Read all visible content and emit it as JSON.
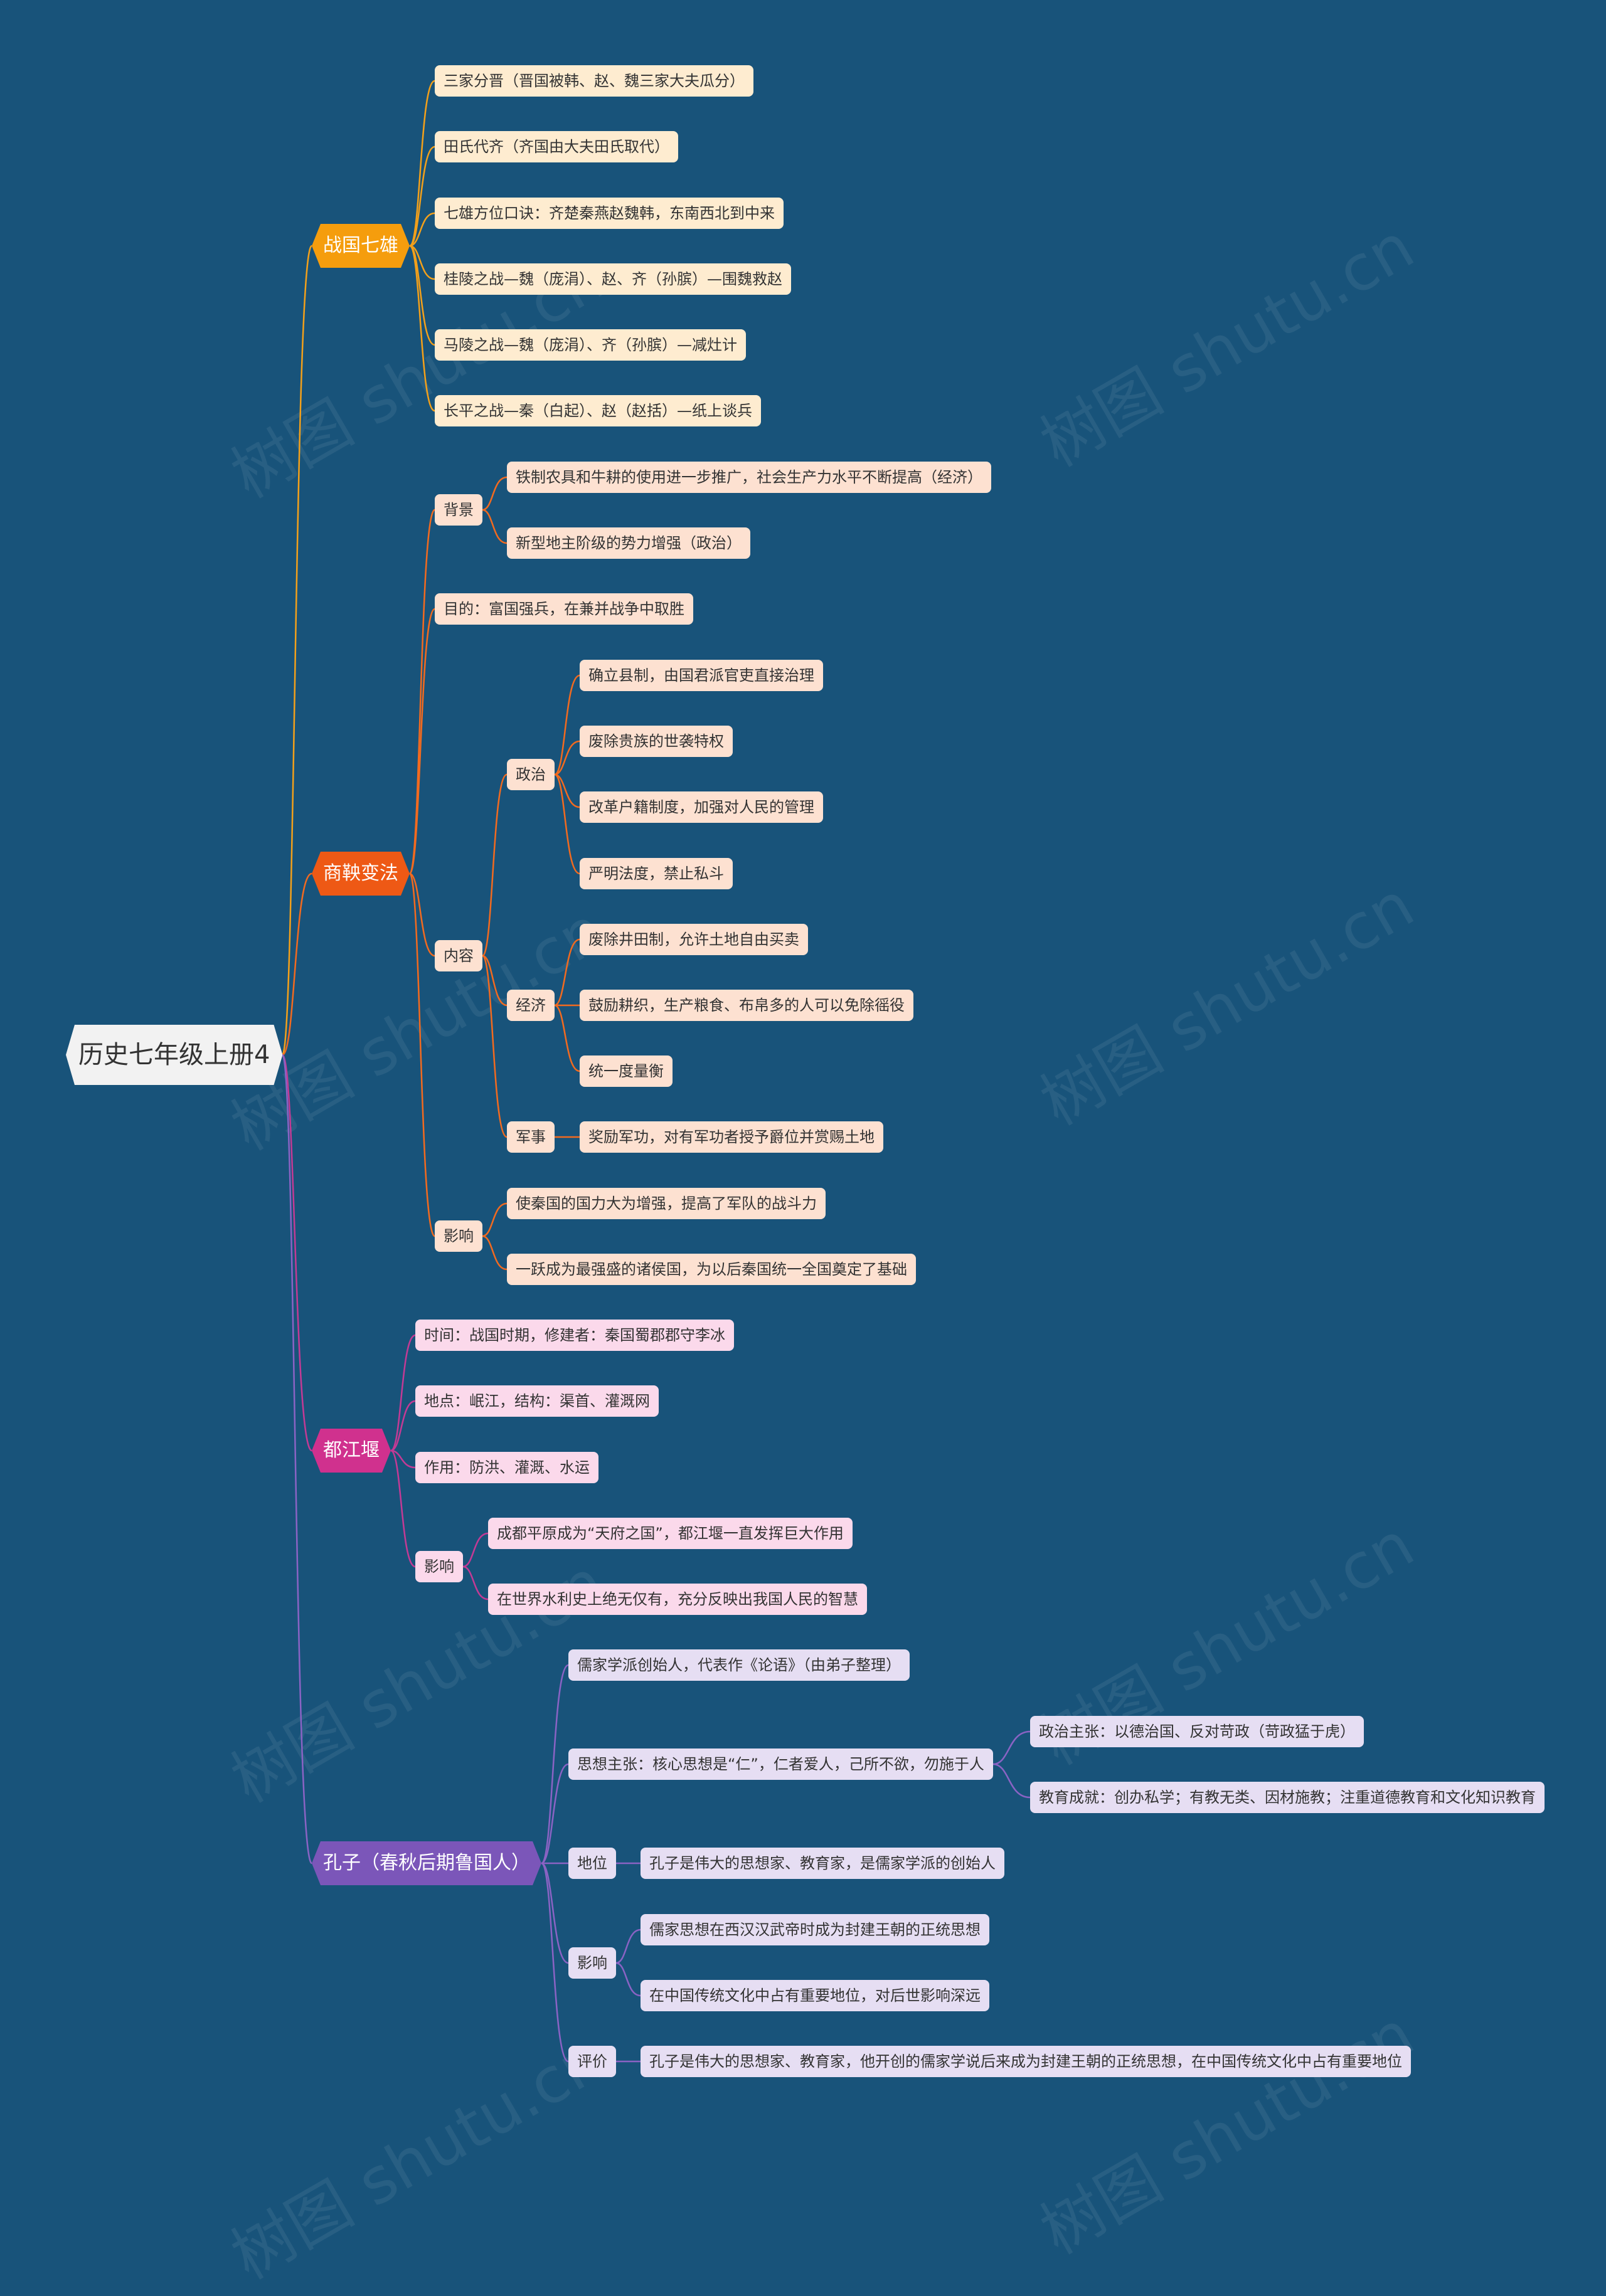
{
  "root": "历史七年级上册4",
  "watermark": "树图 shutu.cn",
  "branch_colors": [
    "#f59d0d",
    "#ee5915",
    "#d0318e",
    "#7b56b9"
  ],
  "leaf_colors": [
    "#feecd0",
    "#fde1d1",
    "#fbd9eb",
    "#e6def3"
  ],
  "branches": [
    {
      "label": "战国七雄",
      "children": [
        {
          "label": "三家分晋（晋国被韩、赵、魏三家大夫瓜分）"
        },
        {
          "label": "田氏代齐（齐国由大夫田氏取代）"
        },
        {
          "label": "七雄方位口诀：齐楚秦燕赵魏韩，东南西北到中来"
        },
        {
          "label": "桂陵之战—魏（庞涓）、赵、齐（孙膑）—围魏救赵"
        },
        {
          "label": "马陵之战—魏（庞涓）、齐（孙膑）—减灶计"
        },
        {
          "label": "长平之战—秦（白起）、赵（赵括）—纸上谈兵"
        }
      ]
    },
    {
      "label": "商鞅变法",
      "children": [
        {
          "label": "背景",
          "children": [
            {
              "label": "铁制农具和牛耕的使用进一步推广，社会生产力水平不断提高（经济）"
            },
            {
              "label": "新型地主阶级的势力增强（政治）"
            }
          ]
        },
        {
          "label": "目的：富国强兵，在兼并战争中取胜"
        },
        {
          "label": "内容",
          "children": [
            {
              "label": "政治",
              "children": [
                {
                  "label": "确立县制，由国君派官吏直接治理"
                },
                {
                  "label": "废除贵族的世袭特权"
                },
                {
                  "label": "改革户籍制度，加强对人民的管理"
                },
                {
                  "label": "严明法度，禁止私斗"
                }
              ]
            },
            {
              "label": "经济",
              "children": [
                {
                  "label": "废除井田制，允许土地自由买卖"
                },
                {
                  "label": "鼓励耕织，生产粮食、布帛多的人可以免除徭役"
                },
                {
                  "label": "统一度量衡"
                }
              ]
            },
            {
              "label": "军事",
              "children": [
                {
                  "label": "奖励军功，对有军功者授予爵位并赏赐土地"
                }
              ]
            }
          ]
        },
        {
          "label": "影响",
          "children": [
            {
              "label": "使秦国的国力大为增强，提高了军队的战斗力"
            },
            {
              "label": "一跃成为最强盛的诸侯国，为以后秦国统一全国奠定了基础"
            }
          ]
        }
      ]
    },
    {
      "label": "都江堰",
      "children": [
        {
          "label": "时间：战国时期，修建者：秦国蜀郡郡守李冰"
        },
        {
          "label": "地点：岷江，结构：渠首、灌溉网"
        },
        {
          "label": "作用：防洪、灌溉、水运"
        },
        {
          "label": "影响",
          "children": [
            {
              "label": "成都平原成为“天府之国”，都江堰一直发挥巨大作用"
            },
            {
              "label": "在世界水利史上绝无仅有，充分反映出我国人民的智慧"
            }
          ]
        }
      ]
    },
    {
      "label": "孔子（春秋后期鲁国人）",
      "children": [
        {
          "label": "儒家学派创始人，代表作《论语》（由弟子整理）"
        },
        {
          "label": "思想主张：核心思想是“仁”，仁者爱人，己所不欲，勿施于人",
          "children": [
            {
              "label": "政治主张：以德治国、反对苛政（苛政猛于虎）"
            },
            {
              "label": "教育成就：创办私学；有教无类、因材施教；注重道德教育和文化知识教育"
            }
          ]
        },
        {
          "label": "地位",
          "children": [
            {
              "label": "孔子是伟大的思想家、教育家，是儒家学派的创始人"
            }
          ]
        },
        {
          "label": "影响",
          "children": [
            {
              "label": "儒家思想在西汉汉武帝时成为封建王朝的正统思想"
            },
            {
              "label": "在中国传统文化中占有重要地位，对后世影响深远"
            }
          ]
        },
        {
          "label": "评价",
          "children": [
            {
              "label": "孔子是伟大的思想家、教育家，他开创的儒家学说后来成为封建王朝的正统思想，在中国传统文化中占有重要地位"
            }
          ]
        }
      ]
    }
  ]
}
